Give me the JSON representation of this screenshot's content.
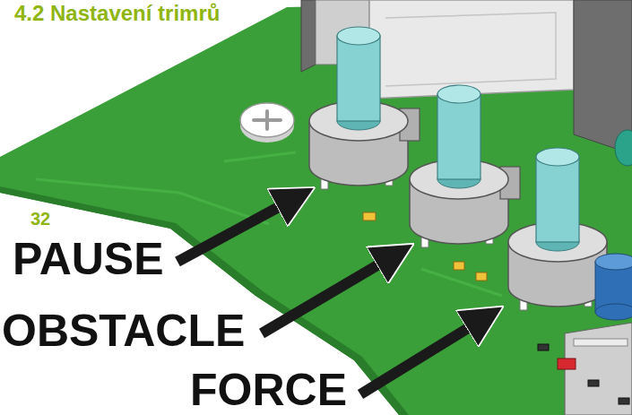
{
  "diagram": {
    "title": "4.2 Nastavení trimrů",
    "labels": [
      "32",
      "PAUSE",
      "OBSTACLE",
      "FORCE"
    ]
  }
}
